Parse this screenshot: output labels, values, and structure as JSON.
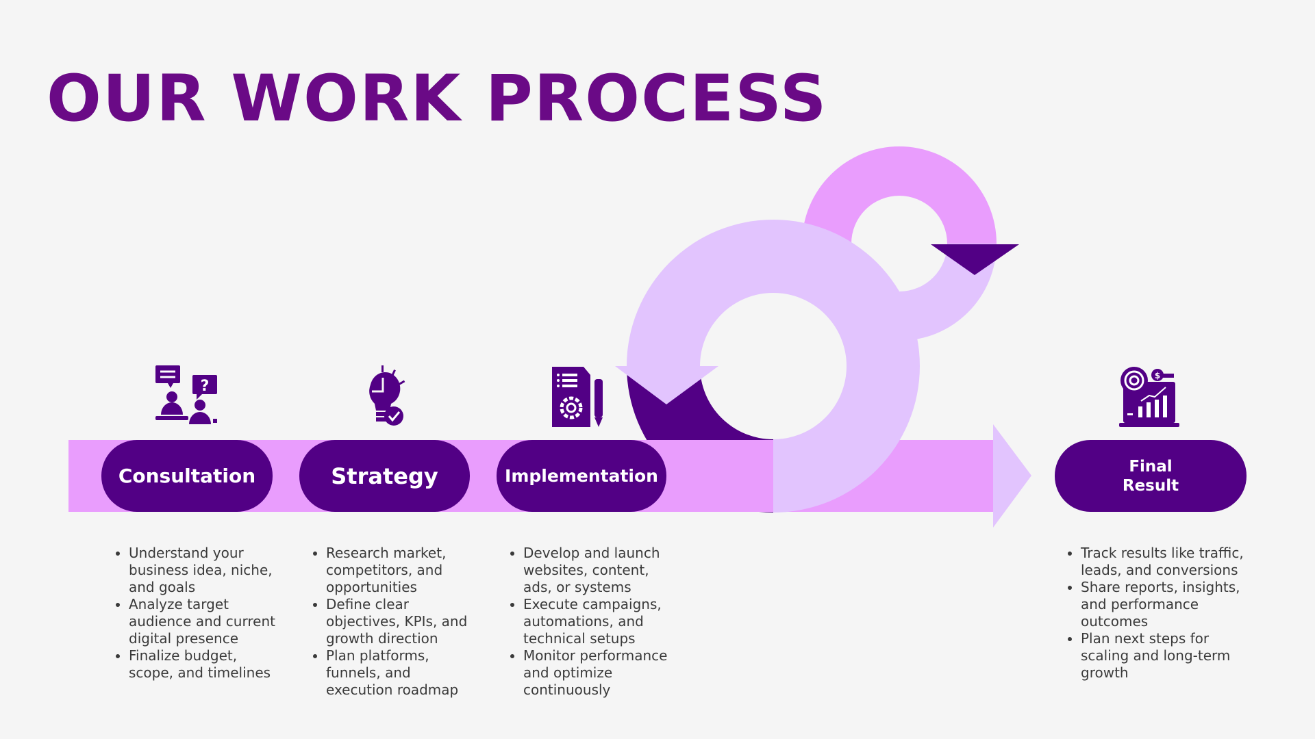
{
  "title": "OUR WORK PROCESS",
  "colors": {
    "title": "#6a0a86",
    "dark": "#520085",
    "pink": "#e99dfd",
    "lavender": "#e2c4fe"
  },
  "steps": [
    {
      "label": "Consultation",
      "icon": "consultation-people-icon",
      "bullets": [
        "Understand your business idea, niche, and goals",
        "Analyze target audience and current digital presence",
        "Finalize budget, scope, and timelines"
      ]
    },
    {
      "label": "Strategy",
      "icon": "lightbulb-puzzle-icon",
      "bullets": [
        "Research market, competitors, and opportunities",
        "Define clear objectives, KPIs, and growth direction",
        "Plan platforms, funnels, and execution roadmap"
      ]
    },
    {
      "label": "Implementation",
      "icon": "document-gear-icon",
      "bullets": [
        "Develop and launch websites, content, ads, or systems",
        "Execute campaigns, automations, and technical setups",
        "Monitor performance and optimize continuously"
      ]
    },
    {
      "label_line1": "Final",
      "label_line2": "Result",
      "icon": "analytics-target-laptop-icon",
      "bullets": [
        "Track results like traffic, leads, and conversions",
        "Share reports, insights, and performance outcomes",
        "Plan next steps for scaling and long-term growth"
      ]
    }
  ]
}
